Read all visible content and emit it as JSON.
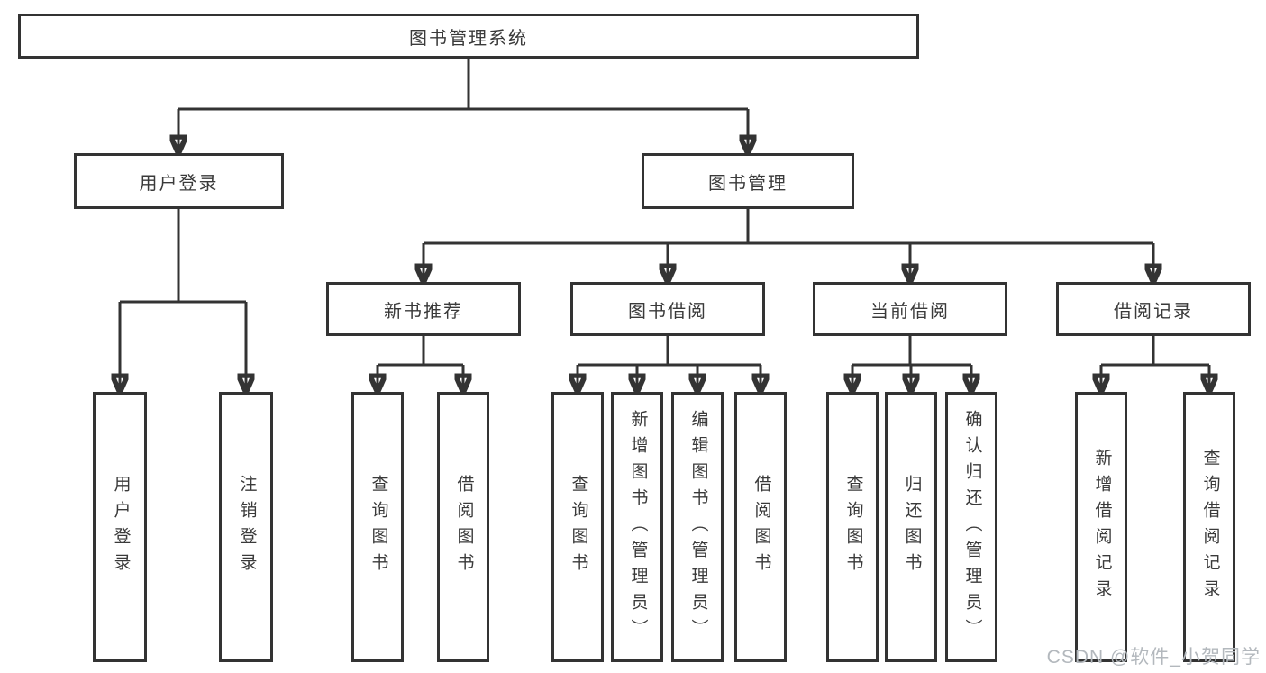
{
  "diagram": {
    "root": {
      "label": "图书管理系统"
    },
    "branches": [
      {
        "label": "用户登录",
        "children": [
          {
            "label": "用户登录"
          },
          {
            "label": "注销登录"
          }
        ]
      },
      {
        "label": "图书管理",
        "children": [
          {
            "label": "新书推荐",
            "children": [
              {
                "label": "查询图书"
              },
              {
                "label": "借阅图书"
              }
            ]
          },
          {
            "label": "图书借阅",
            "children": [
              {
                "label": "查询图书"
              },
              {
                "label": "新增图书（管理员）"
              },
              {
                "label": "编辑图书（管理员）"
              },
              {
                "label": "借阅图书"
              }
            ]
          },
          {
            "label": "当前借阅",
            "children": [
              {
                "label": "查询图书"
              },
              {
                "label": "归还图书"
              },
              {
                "label": "确认归还（管理员）"
              }
            ]
          },
          {
            "label": "借阅记录",
            "children": [
              {
                "label": "新增借阅记录"
              },
              {
                "label": "查询借阅记录"
              }
            ]
          }
        ]
      }
    ]
  },
  "watermark": {
    "text": "CSDN @软件_小贺同学"
  },
  "colors": {
    "line": "#333333",
    "box_border": "#333333",
    "text": "#3a3a3a",
    "box_background": "#ffffff",
    "page_background": "#ffffff",
    "watermark": "#b3b8bd"
  }
}
